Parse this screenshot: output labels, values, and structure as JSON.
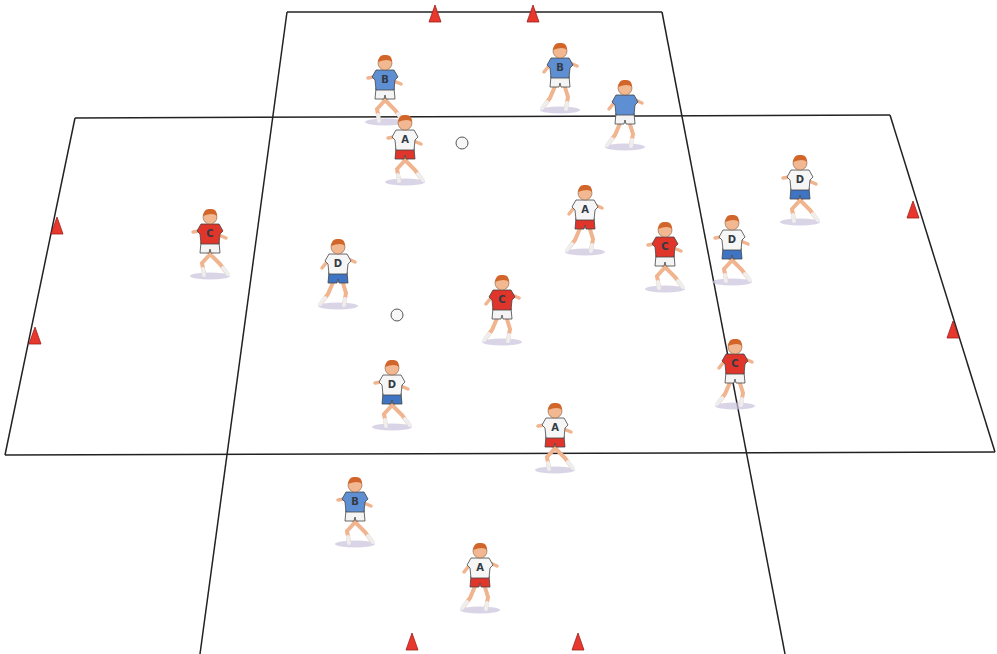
{
  "diagram": {
    "labels": [
      "B",
      "B",
      "A",
      "D",
      "A",
      "C",
      "D",
      "C",
      "D",
      "C",
      "C",
      "D",
      "A",
      "B",
      "A"
    ]
  }
}
